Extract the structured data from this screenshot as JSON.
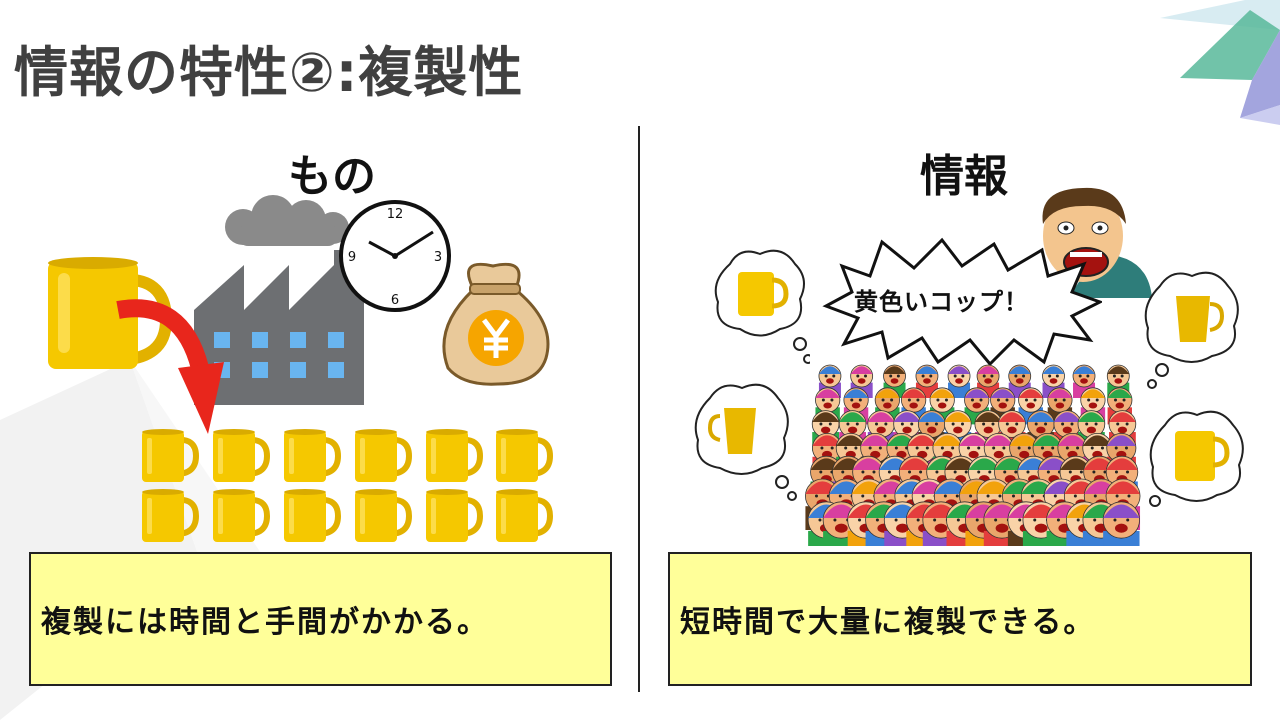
{
  "slide": {
    "title": "情報の特性②:複製性",
    "left": {
      "heading": "もの",
      "note": "複製には時間と手間がかかる。",
      "clock_numbers": [
        "12",
        "3",
        "6",
        "9"
      ]
    },
    "right": {
      "heading": "情報",
      "shout": "黄色いコップ！",
      "note": "短時間で大量に複製できる。"
    }
  },
  "colors": {
    "title": "#404040",
    "note_bg": "#ffff99",
    "mug": "#f2c200",
    "arrow": "#e8261c"
  },
  "icons": [
    "mug-icon",
    "factory-icon",
    "clock-icon",
    "money-bag-icon",
    "cloud-icon",
    "shouting-man-icon",
    "thought-bubble-icon",
    "crowd-icon",
    "arrow-icon"
  ]
}
